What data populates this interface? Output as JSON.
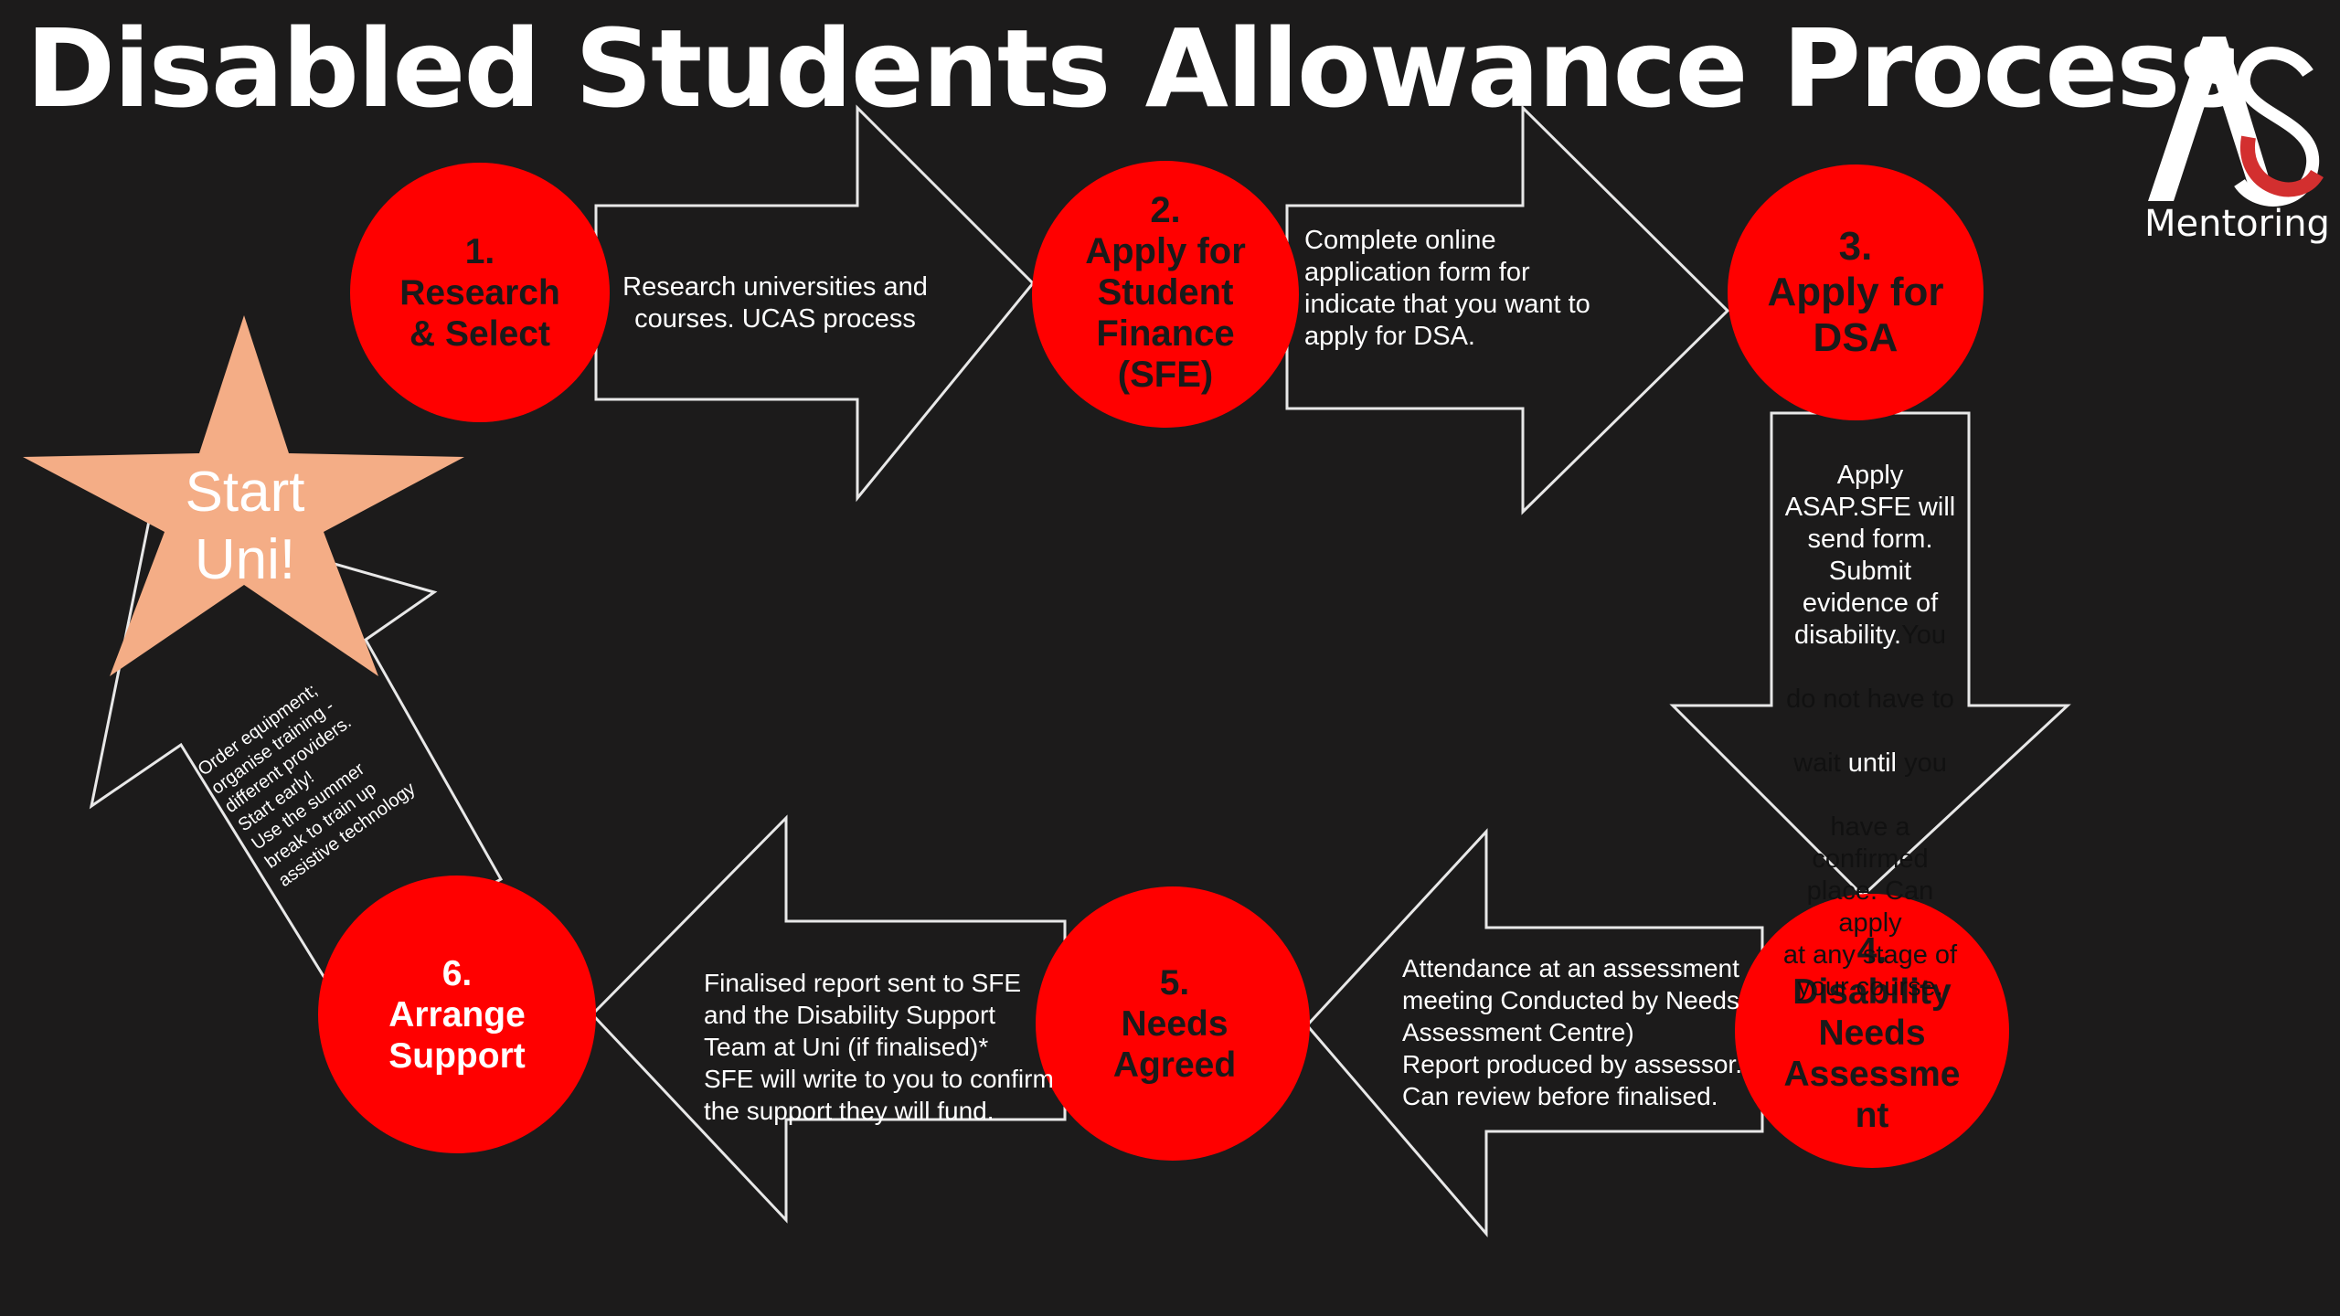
{
  "title": "Disabled Students Allowance Process",
  "logo": {
    "letters": "AS",
    "word": "Mentoring"
  },
  "start": {
    "line1": "Start",
    "line2": "Uni!"
  },
  "steps": [
    {
      "num": "1.",
      "label1": "Research",
      "label2": "& Select"
    },
    {
      "num": "2.",
      "label1": "Apply for",
      "label2": "Student",
      "label3": "Finance",
      "label4": "(SFE)"
    },
    {
      "num": "3.",
      "label1": "Apply for",
      "label2": "DSA"
    },
    {
      "num": "4.",
      "label1": "Disability",
      "label2": "Needs",
      "label3": "Assessme",
      "label4": "nt"
    },
    {
      "num": "5.",
      "label1": "Needs",
      "label2": "Agreed"
    },
    {
      "num": "6.",
      "label1": "Arrange",
      "label2": "Support"
    }
  ],
  "arrows": {
    "a1": "Research universities and\ncourses.  UCAS process",
    "a2": "Complete online\napplication form for\nindicate that you want to\napply for DSA.",
    "a3_visible": "Apply\nASAP.SFE will\nsend form.\nSubmit\nevidence of\ndisability.",
    "a3_dim1": "You",
    "a3_dim2": "do not have to",
    "a3_dim3": "wait",
    "a3_until": "until",
    "a3_dim4": "you",
    "a3_dim5": "have a\nconfirmed\nplace.  Can apply\nat any stage of\nyour course.",
    "a4": "Attendance at an assessment\nmeeting Conducted by Needs\nAssessment Centre)\nReport produced by assessor.\nCan review before finalised.",
    "a5": "Finalised  report sent to SFE\nand the Disability Support\nTeam at Uni (if finalised)*\nSFE will write to you to confirm\nthe support they will fund.",
    "a6": "Order equipment;\norganise training -\ndifferent providers.\nStart early!\nUse the summer\nbreak to train up\nassistive technology"
  },
  "colors": {
    "background": "#1c1b1b",
    "circle": "#ff0000",
    "star": "#f4ad86",
    "outline": "#e8e8e8"
  }
}
